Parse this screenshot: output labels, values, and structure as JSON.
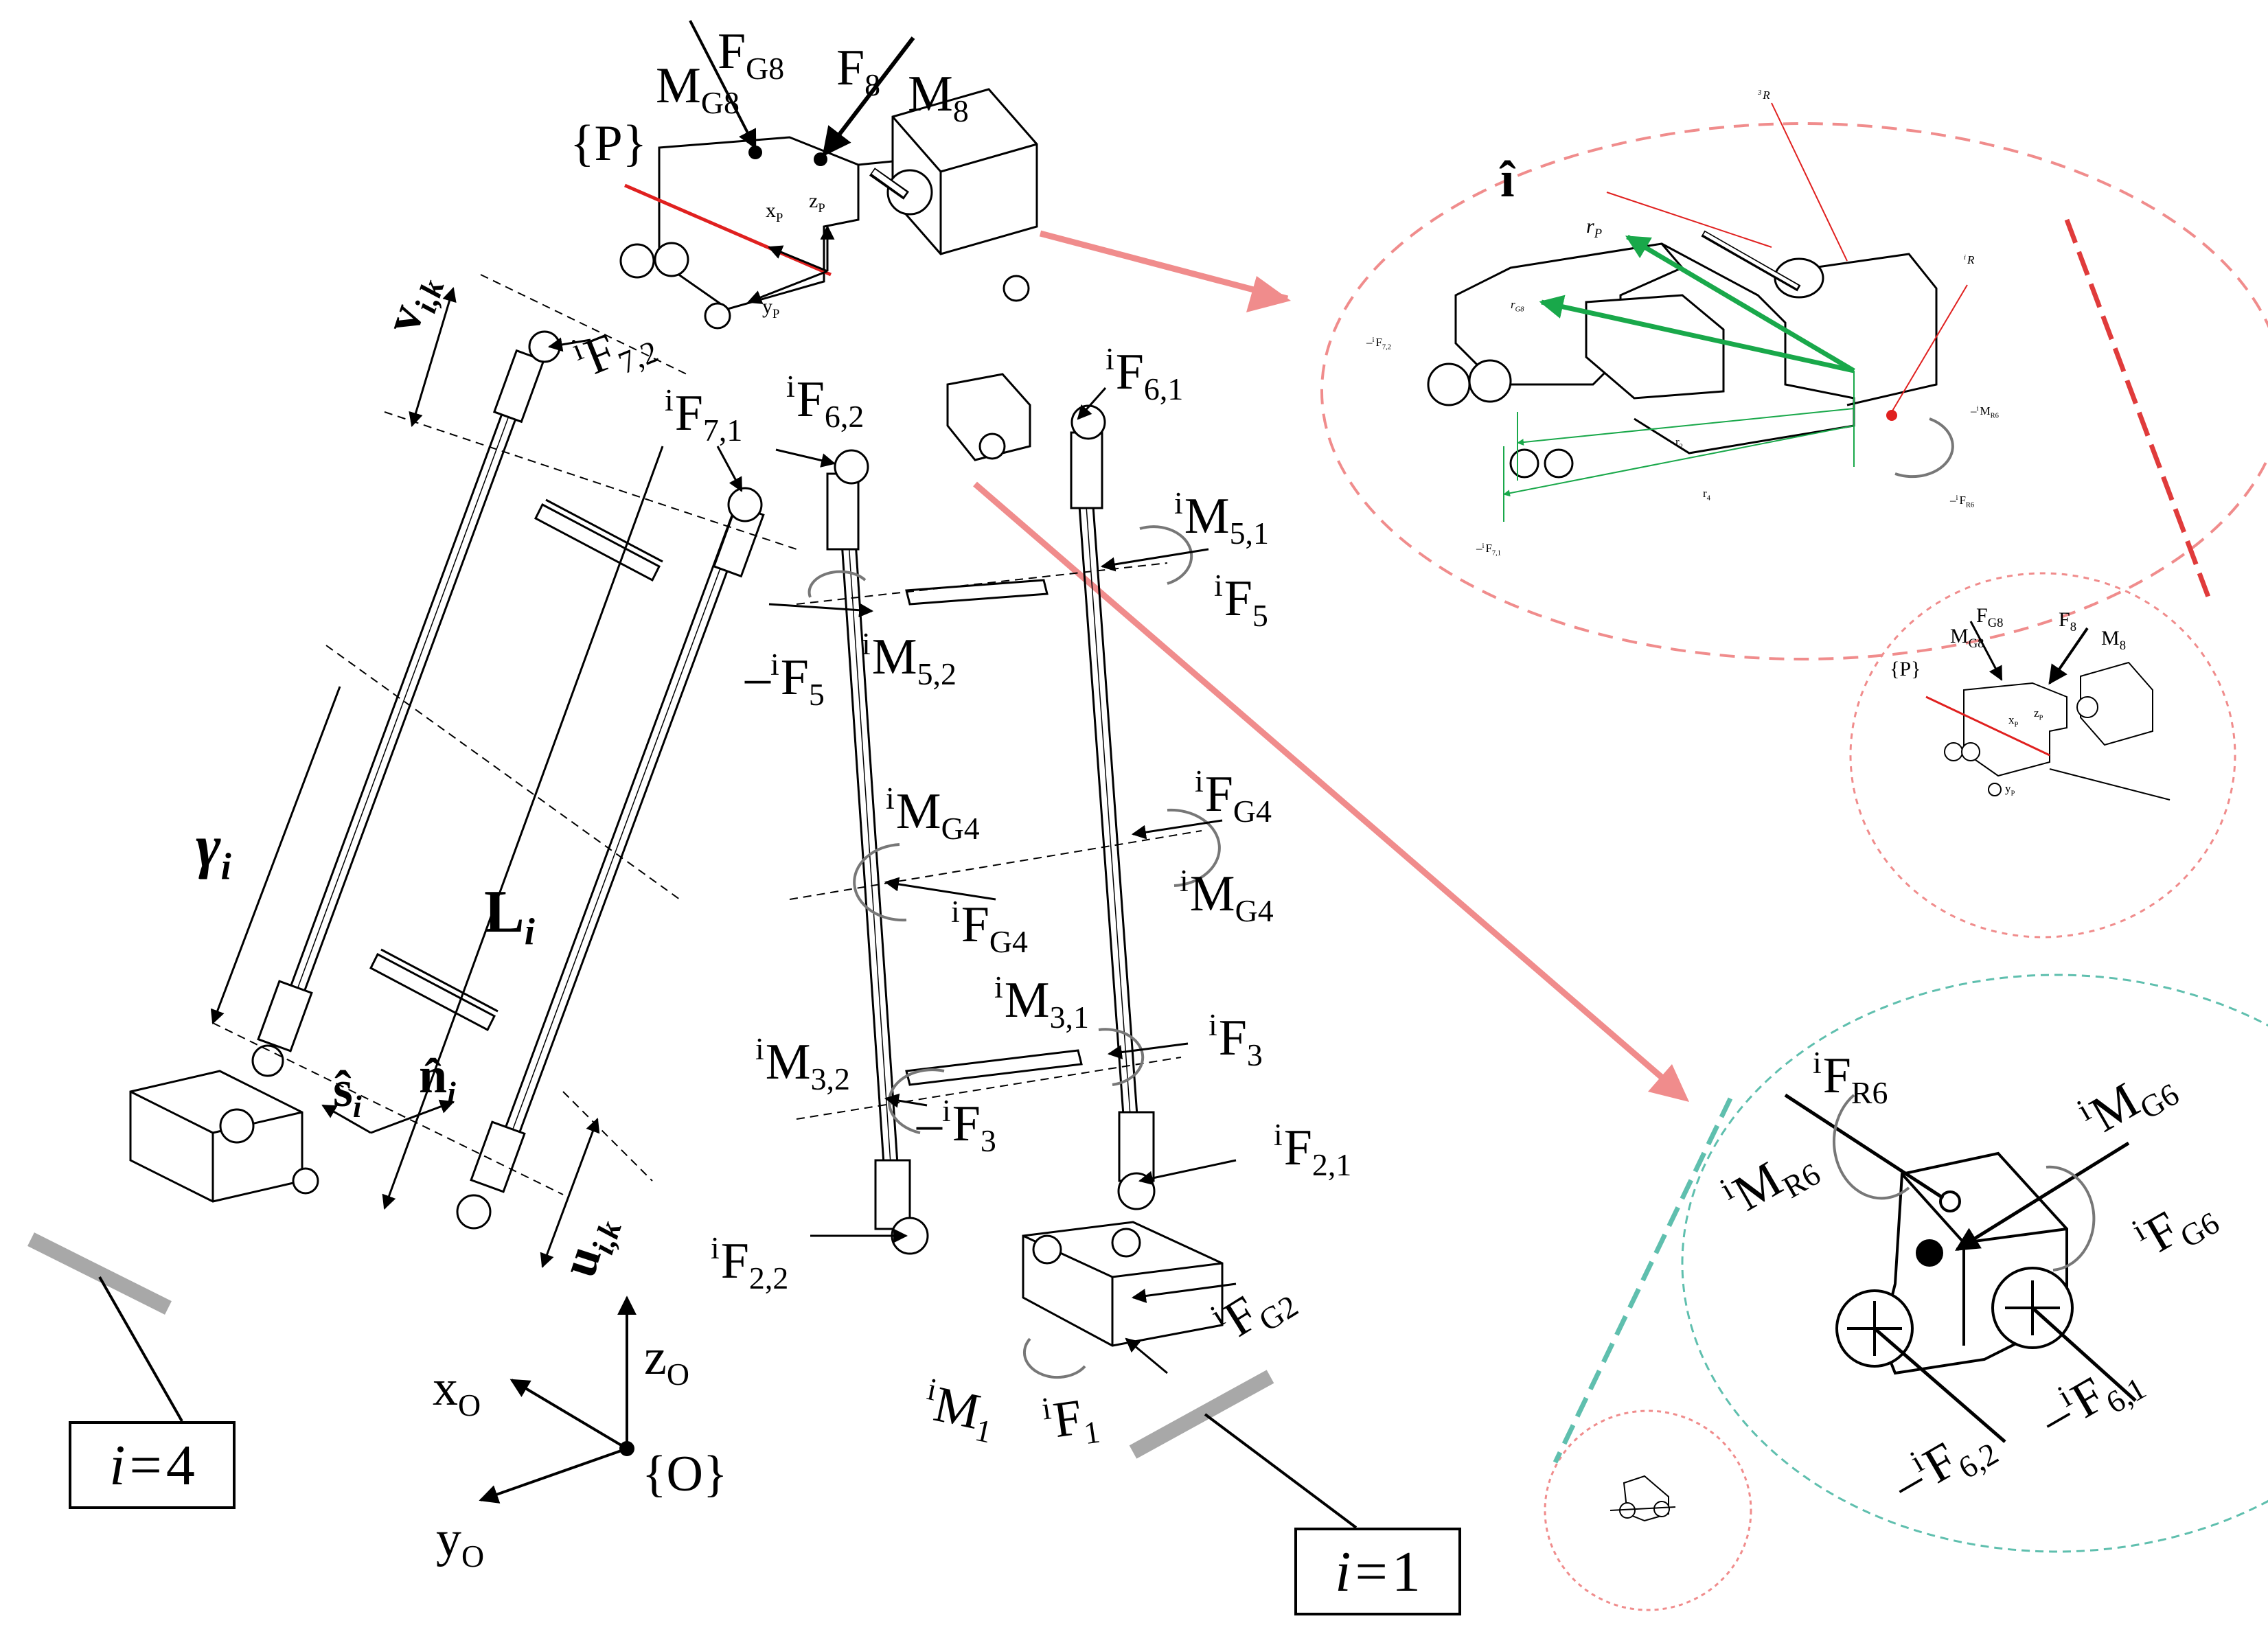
{
  "colors": {
    "ink": "#000000",
    "callout_red": "#f08c8c",
    "callout_red_dark": "#e03b3b",
    "callout_teal": "#5fbfae",
    "vector_green": "#19a84a",
    "axis_red": "#e0201f",
    "ground_gray": "#a8a8a8"
  },
  "frames": {
    "platform": "{P}",
    "base": "{O}",
    "xp": "x",
    "yp": "y",
    "zp": "z",
    "p_sub": "P",
    "xo": "x",
    "yo": "y",
    "zo": "z",
    "o_sub": "O"
  },
  "legs": {
    "leg4": {
      "i": "i",
      "eq": "=",
      "n": "4"
    },
    "leg1": {
      "i": "i",
      "eq": "=",
      "n": "1"
    }
  },
  "labels": {
    "F": "F",
    "M": "M",
    "pre_i": "i",
    "minus": "–",
    "gamma": "γ",
    "L": "L",
    "v": "v",
    "u": "u",
    "s_hat": "ŝ",
    "n_hat": "n̂",
    "i_hat": "î",
    "r": "r",
    "R": "R",
    "sub_i": "i",
    "sub_ik": "i,k",
    "G8": "G8",
    "n8": "8",
    "s72": "7,2",
    "s71": "7,1",
    "s62": "6,2",
    "s61": "6,1",
    "s51": "5,1",
    "s52": "5,2",
    "s5": "5",
    "G4": "G4",
    "s31": "3,1",
    "s32": "3,2",
    "s3": "3",
    "s21": "2,1",
    "s22": "2,2",
    "G2": "G2",
    "s1": "1",
    "R6": "R6",
    "G6": "G6",
    "pre3": "3",
    "pre_i_small": "i",
    "sP": "P",
    "s2": "2",
    "s4": "4"
  }
}
